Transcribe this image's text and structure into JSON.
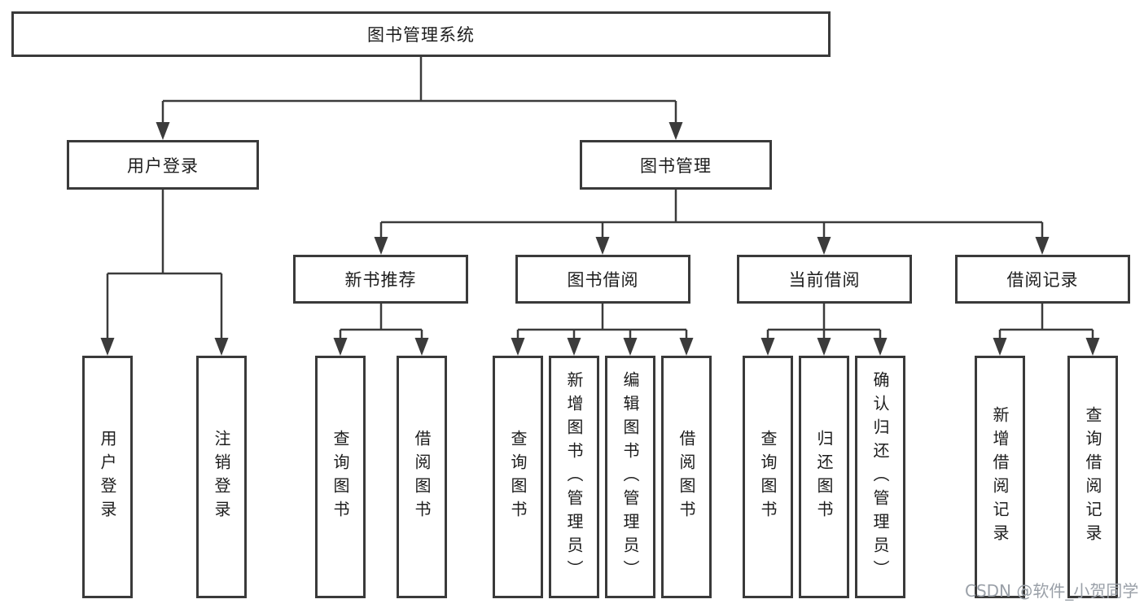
{
  "colors": {
    "line": "#3b3b3b",
    "box_border": "#3a3a3a",
    "text": "#1d1d1d",
    "background": "#ffffff",
    "watermark": "#9aa0a8"
  },
  "tree": {
    "root": {
      "label": "图书管理系统"
    },
    "level2": [
      {
        "id": "user-login",
        "label": "用户登录"
      },
      {
        "id": "book-management",
        "label": "图书管理"
      }
    ],
    "level3": [
      {
        "id": "new-book-recommend",
        "label": "新书推荐"
      },
      {
        "id": "book-borrow",
        "label": "图书借阅"
      },
      {
        "id": "current-borrow",
        "label": "当前借阅"
      },
      {
        "id": "borrow-record",
        "label": "借阅记录"
      }
    ],
    "leaves": {
      "user_login": [
        "用户登录",
        "注销登录"
      ],
      "new_book_recommend": [
        "查询图书",
        "借阅图书"
      ],
      "book_borrow": [
        "查询图书",
        "新增图书（管理员）",
        "编辑图书（管理员）",
        "借阅图书"
      ],
      "current_borrow": [
        "查询图书",
        "归还图书",
        "确认归还（管理员）"
      ],
      "borrow_record": [
        "新增借阅记录",
        "查询借阅记录"
      ]
    }
  },
  "watermark": "CSDN @软件_小贺同学"
}
